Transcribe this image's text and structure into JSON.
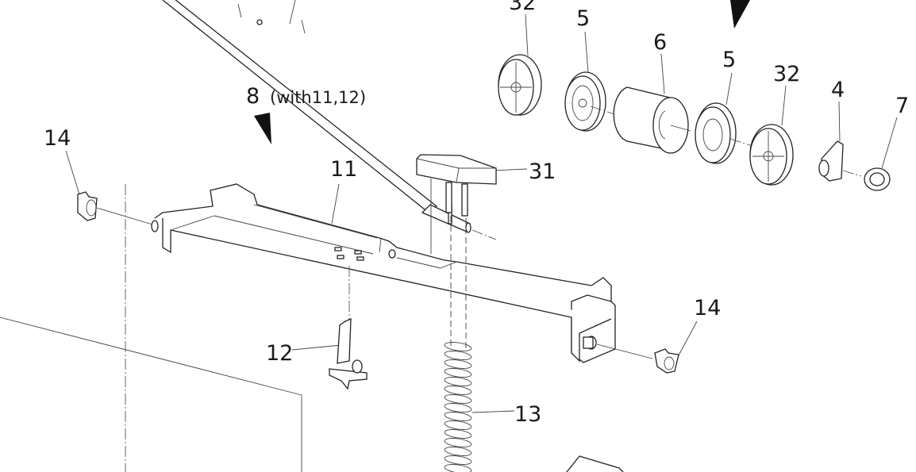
{
  "diagram": {
    "title": "Exploded parts view - pickup roller and separation assembly",
    "callouts": {
      "roller_32_left": "32",
      "gear_5_left": "5",
      "roller_6": "6",
      "gear_5_right": "5",
      "roller_32_right": "32",
      "part_4": "4",
      "part_7": "7",
      "assembly_8": "8",
      "assembly_8_note": "(with11,12)",
      "bushing_14_left": "14",
      "holder_11": "11",
      "pad_31": "31",
      "bushing_14_right": "14",
      "lever_12": "12",
      "spring_13": "13"
    }
  }
}
